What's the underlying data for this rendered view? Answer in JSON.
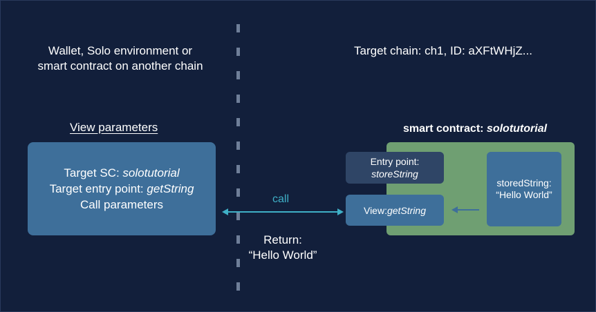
{
  "left_heading": {
    "line1": "Wallet, Solo environment or",
    "line2": "smart contract on another chain"
  },
  "right_heading": "Target chain: ch1, ID: aXFtWHjZ...",
  "view_parameters": {
    "title": "View parameters",
    "target_sc_label": "Target SC: ",
    "target_sc_value": "solotutorial",
    "entry_point_label": "Target entry point: ",
    "entry_point_value": "getString",
    "call_parameters": "Call parameters"
  },
  "call_label": "call",
  "return": {
    "line1": "Return:",
    "line2": "“Hello World”"
  },
  "smart_contract": {
    "title_label": "smart contract: ",
    "title_value": "solotutorial",
    "entry_point_label": "Entry point:",
    "entry_point_value": "storeString",
    "view_label": "View: ",
    "view_value": "getString",
    "state_label": "storedString:",
    "state_value": "“Hello World”"
  },
  "colors": {
    "background": "#121f3b",
    "blue_box": "#3e6f9a",
    "green_box": "#6f9f72",
    "dark_box": "#2f4566",
    "arrow": "#3fb0c7"
  }
}
